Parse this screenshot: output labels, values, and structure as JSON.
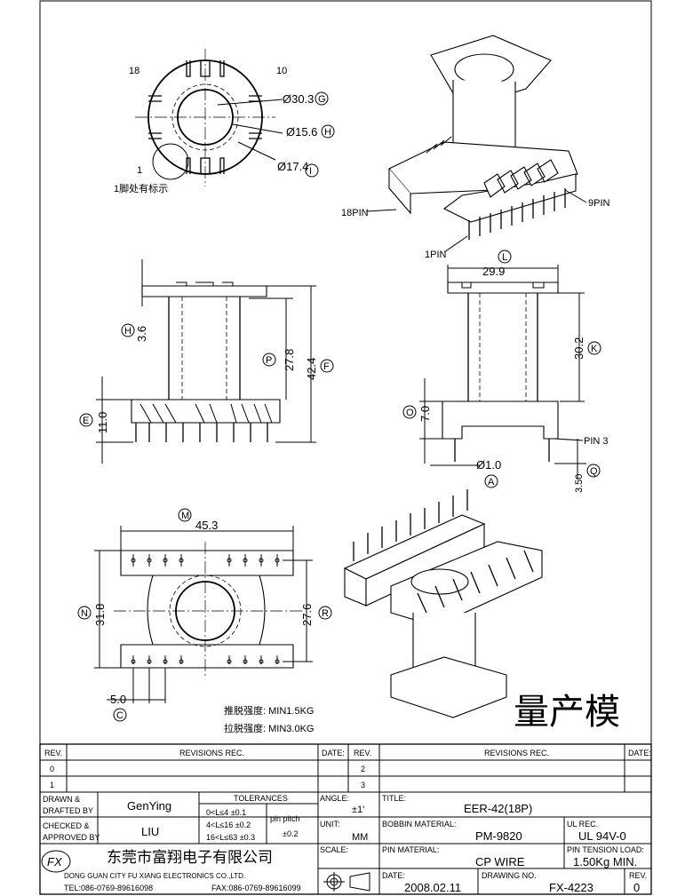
{
  "top_view": {
    "left_pin_label": "18",
    "right_pin_label": "10",
    "pin_one_label": "1",
    "pin_one_note": "1脚处有标示",
    "dim_outer": "Ø30.3",
    "mark_outer": "G",
    "dim_inner": "Ø15.6",
    "mark_inner": "H",
    "dim_mid": "Ø17.4",
    "mark_mid": "I"
  },
  "front_view": {
    "dim_flange": "3.6",
    "mark_flange": "H",
    "dim_winding": "27.8",
    "mark_winding": "P",
    "dim_total": "42.4",
    "mark_total": "F",
    "dim_base": "11.0",
    "mark_base": "E"
  },
  "side_view": {
    "dim_width": "29.9",
    "mark_width": "L",
    "dim_height": "30.2",
    "mark_height": "K",
    "dim_step": "7.0",
    "mark_step": "O",
    "dim_pin": "Ø1.0",
    "mark_pin": "A",
    "pin_label": "PIN 3",
    "dim_pin_len": "3.50",
    "mark_pin_len": "Q"
  },
  "bottom_view": {
    "dim_length": "45.3",
    "mark_length": "M",
    "dim_depth": "31.8",
    "mark_depth": "N",
    "dim_row": "27.6",
    "mark_row": "R",
    "dim_pitch": "5.0",
    "mark_pitch": "C",
    "note_1": "推脱强度: MIN1.5KG",
    "note_2": "拉脱强度: MIN3.0KG"
  },
  "iso_view": {
    "pin_18": "18PIN",
    "pin_1": "1PIN",
    "pin_9": "9PIN"
  },
  "status_stamp": "量产模",
  "title_block": {
    "rev_header": "REV.",
    "revisions_header": "REVISIONS   REC.",
    "date_header": "DATE:",
    "rev_rows": [
      "0",
      "1",
      "2",
      "3"
    ],
    "drawn_label_1": "DRAWN  &",
    "drawn_label_2": "DRAFTED  BY",
    "drawn_by": "GenYing",
    "checked_label_1": "CHECKED &",
    "checked_label_2": "APPROVED BY",
    "approved_by": "LIU",
    "tolerances_header": "TOLERANCES",
    "tol_rows": [
      "0<L≤4    ±0.1",
      "4<L≤16   ±0.2",
      "16<L≤63  ±0.3"
    ],
    "pin_pitch_label": "pin  pitch",
    "pin_pitch_value": "±0.2",
    "angle_label": "ANGLE:",
    "angle_value": "±1'",
    "unit_label": "UNIT:",
    "unit_value": "MM",
    "scale_label": "SCALE:",
    "title_label": "TITLE:",
    "title_value": "EER-42(18P)",
    "bobbin_label": "BOBBIN  MATERIAL:",
    "bobbin_value": "PM-9820",
    "ul_label": "UL  REC.",
    "ul_value": "UL  94V-0",
    "pin_mat_label": "PIN  MATERIAL:",
    "pin_mat_value": "CP  WIRE",
    "tension_label": "PIN  TENSION  LOAD:",
    "tension_value": "1.50Kg  MIN.",
    "date_label": "DATE:",
    "date_value": "2008.02.11",
    "drawing_no_label": "DRAWING  NO.",
    "drawing_no_value": "FX-4223",
    "rev_label": "REV.",
    "rev_value": "0",
    "company_cn": "东莞市富翔电子有限公司",
    "company_en": "DONG  GUAN  CITY  FU  XIANG  ELECTRONICS  CO.,LTD.",
    "tel": "TEL:086-0769-89616098",
    "fax": "FAX:086-0769-89616099",
    "logo_text": "FX"
  }
}
